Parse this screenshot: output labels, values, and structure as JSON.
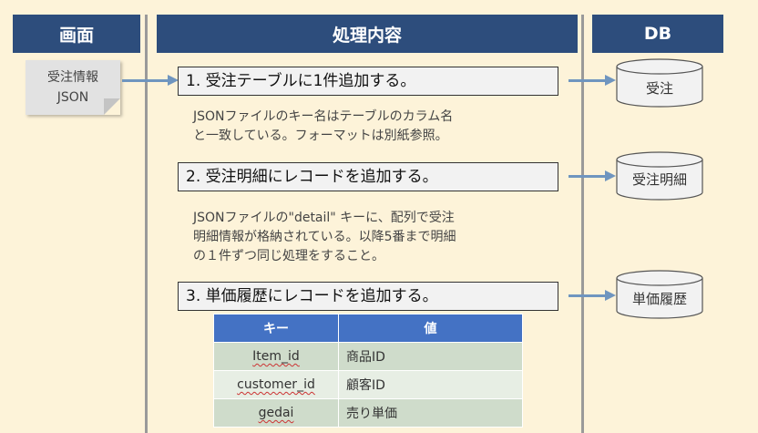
{
  "headers": {
    "screen": "画面",
    "process": "処理内容",
    "db": "DB"
  },
  "input_note": {
    "line1": "受注情報",
    "line2": "JSON"
  },
  "steps": [
    {
      "label": "1. 受注テーブルに1件追加する。",
      "desc": [
        "JSONファイルのキー名はテーブルのカラム名",
        "と一致している。フォーマットは別紙参照。"
      ],
      "db": "受注"
    },
    {
      "label": "2. 受注明細にレコードを追加する。",
      "desc": [
        "JSONファイルの\"detail\" キーに、配列で受注",
        "明細情報が格納されている。以降5番まで明細",
        "の１件ずつ同じ処理をすること。"
      ],
      "db": "受注明細"
    },
    {
      "label": "3. 単価履歴にレコードを追加する。",
      "db": "単価履歴"
    }
  ],
  "key_table": {
    "headers": [
      "キー",
      "値"
    ],
    "rows": [
      [
        "Item_id",
        "商品ID"
      ],
      [
        "customer_id",
        "顧客ID"
      ],
      [
        "gedai",
        "売り単価"
      ]
    ]
  }
}
